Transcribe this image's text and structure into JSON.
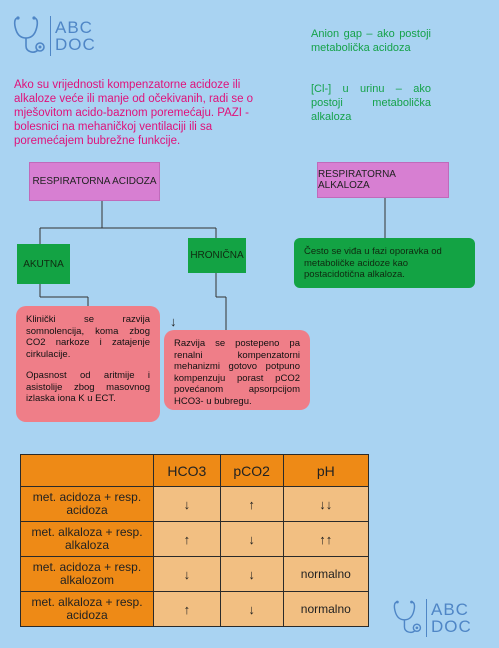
{
  "brand": {
    "logo_text_top": "ABC",
    "logo_text_bottom": "DOC"
  },
  "top_right_notes": {
    "anion_gap": "Anion gap – ako postoji metabolička acidoza",
    "cl_urine": "[Cl-] u urinu – ako postoji metabolička alkaloza"
  },
  "warning_text": "Ako su vrijednosti kompenzatorne acidoze ili alkaloze veće ili manje od očekivanih, radi se o mješovitom acido-baznom poremećaju. PAZI - bolesnici na mehaničkoj ventilaciji ili sa poremećajem bubrežne funkcije.",
  "diagram": {
    "resp_acidosis": "RESPIRATORNA ACIDOZA",
    "resp_alkalosis": "RESPIRATORNA ALKALOZA",
    "acute": "AKUTNA",
    "chronic": "HRONIČNA",
    "acute_desc_1": "Klinički se razvija somnolencija, koma zbog CO2 narkoze i zatajenje cirkulacije.",
    "acute_desc_2": "Opasnost od aritmije i asistolije zbog masovnog izlaska iona K u ECT.",
    "chronic_desc": "Razvija se postepeno pa renalni kompenzatorni mehanizmi gotovo potpuno kompenzuju porast pCO2 povećanom apsorpcijom HCO3- u bubregu.",
    "alkalosis_desc": "Često se viđa u fazi oporavka od metaboličke acidoze kao postacidotična alkaloza.",
    "down_arrow_mark": "↓"
  },
  "table": {
    "headers": [
      "",
      "HCO3",
      "pCO2",
      "pH"
    ],
    "rows": [
      {
        "label": "met. acidoza + resp. acidoza",
        "hco3": "↓",
        "pco2": "↑",
        "ph": "↓↓"
      },
      {
        "label": "met. alkaloza + resp. alkaloza",
        "hco3": "↑",
        "pco2": "↓",
        "ph": "↑↑"
      },
      {
        "label": "met. acidoza + resp. alkalozom",
        "hco3": "↓",
        "pco2": "↓",
        "ph": "normalno"
      },
      {
        "label": "met. alkaloza + resp. acidoza",
        "hco3": "↑",
        "pco2": "↓",
        "ph": "normalno"
      }
    ]
  },
  "colors": {
    "background": "#a9d3f2",
    "accent_blue": "#4f86c6",
    "green_text": "#15a24a",
    "magenta_text": "#e0117a",
    "violet_box": "#d77fd2",
    "green_box": "#13a344",
    "pink_box": "#ef7e88",
    "orange_header": "#ee8a16",
    "orange_cell": "#f2bf82"
  },
  "icons": [
    "stethoscope-icon"
  ]
}
